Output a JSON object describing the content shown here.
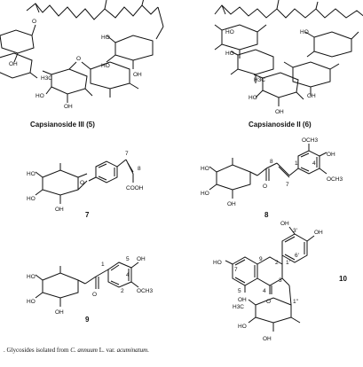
{
  "compounds": {
    "c5": {
      "name": "Capsianoside III (5)"
    },
    "c6": {
      "name": "Capsianoside II (6)"
    },
    "c7": {
      "num": "7",
      "atoms": {
        "a7": "7",
        "a8": "8",
        "cooh": "COOH",
        "o1": "O"
      }
    },
    "c8": {
      "num": "8",
      "atoms": {
        "a8": "8",
        "a7": "7",
        "a1": "1",
        "a4": "4",
        "och3a": "OCH3",
        "och3b": "OCH3",
        "oh": "OH",
        "o1": "O"
      }
    },
    "c9": {
      "num": "9",
      "atoms": {
        "a1": "1",
        "a2": "2",
        "a4": "4",
        "a5": "5",
        "oh": "OH",
        "och3": "OCH3",
        "o1": "O"
      }
    },
    "c10": {
      "num": "10",
      "atoms": {
        "ho7": "HO",
        "a7": "7",
        "a9": "9",
        "a2": "2",
        "a1p": "1'",
        "a3p": "3'",
        "a6p": "6'",
        "oh3": "OH",
        "oh4": "OH",
        "a5": "5",
        "a3": "3",
        "a4": "4",
        "oh5": "OH",
        "o1": "O",
        "a1pp": "1\"",
        "ho_s": "HO"
      }
    },
    "sugar": {
      "ho": "HO",
      "oh": "OH",
      "o": "O",
      "ch3": "H3C"
    }
  },
  "caption": {
    "prefix": ". Glycosides isolated from",
    "species": "C. annuum",
    "middle": " L. var. ",
    "variety": "acuminatum",
    "suffix": "."
  }
}
